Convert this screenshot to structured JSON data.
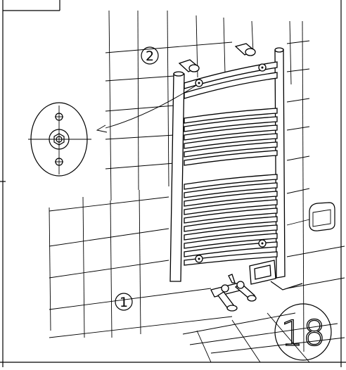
{
  "callouts": {
    "step_one": "1",
    "step_two": "2"
  },
  "page_number": "18"
}
